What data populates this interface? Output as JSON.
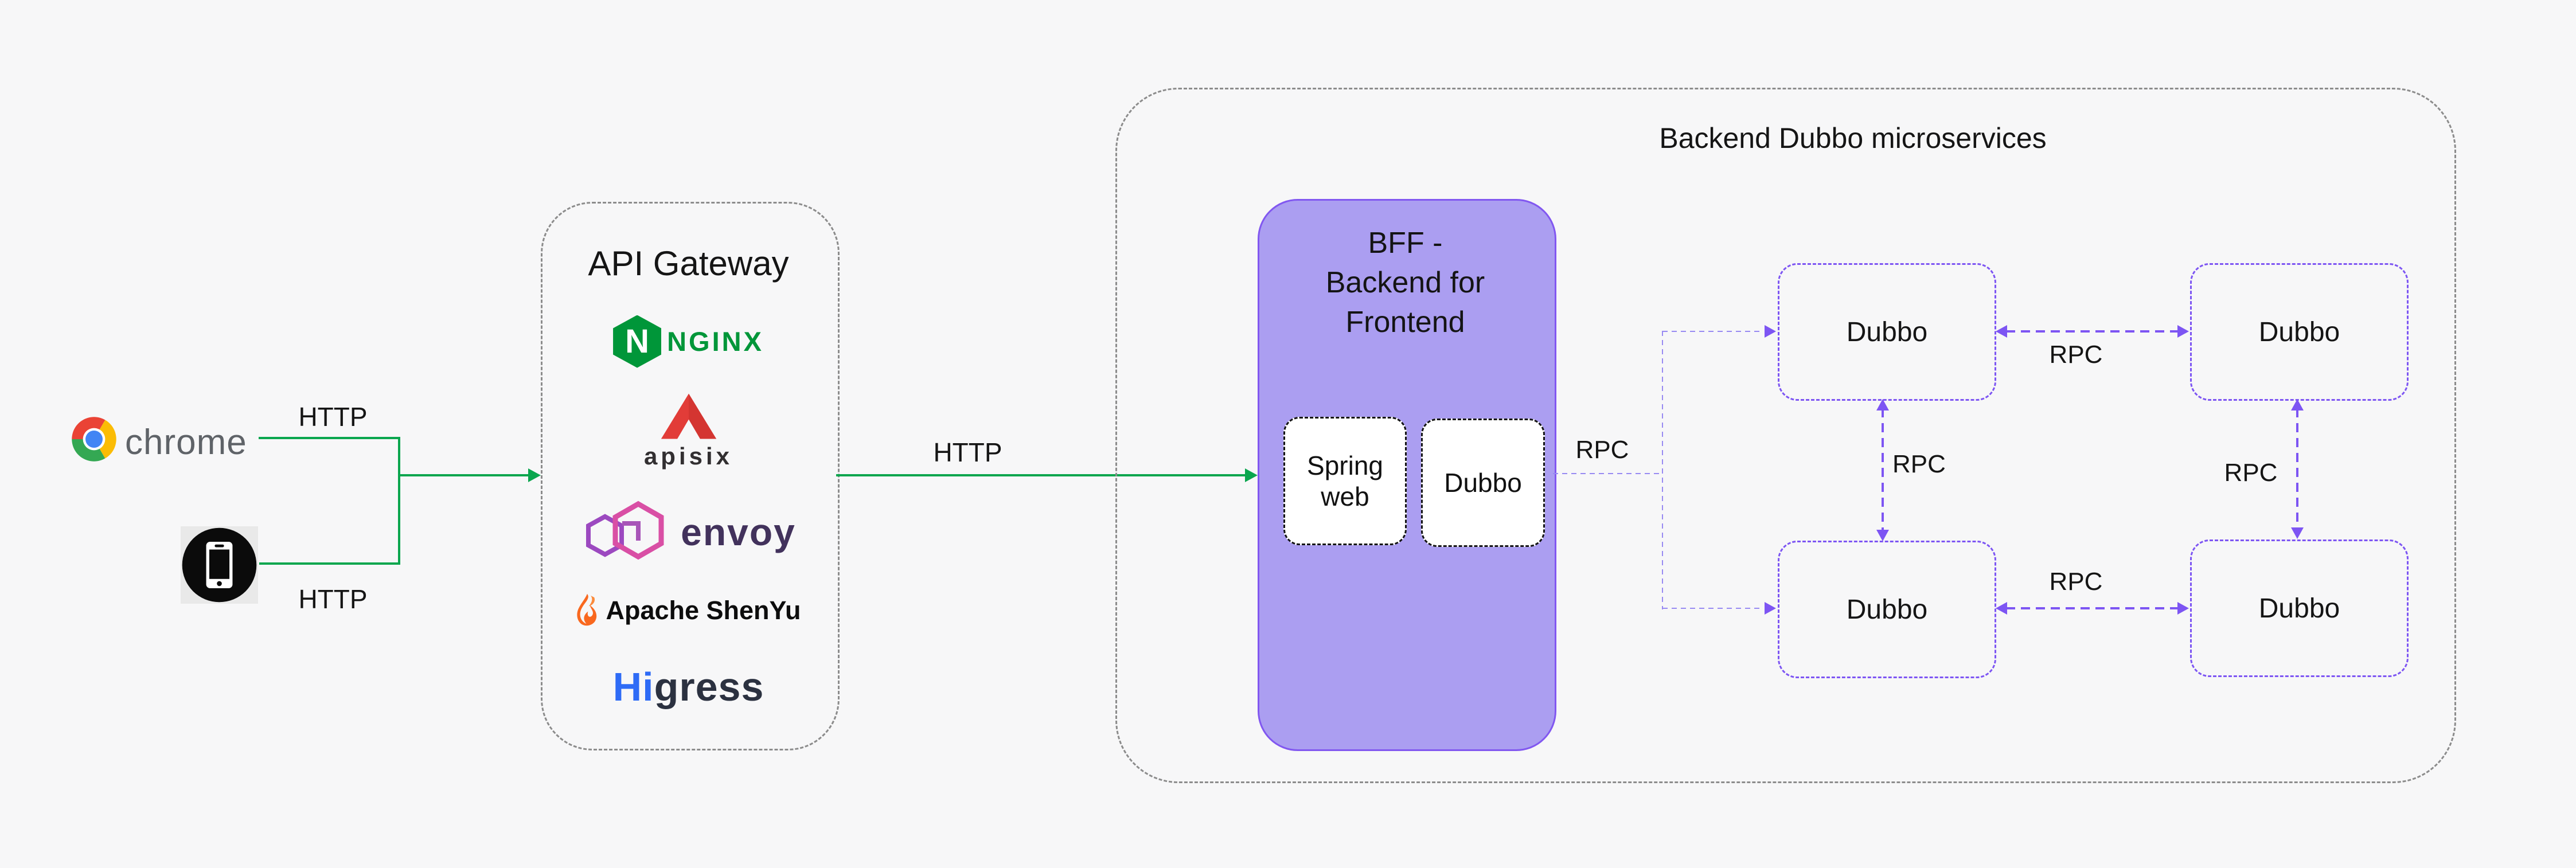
{
  "colors": {
    "background": "#f7f7f8",
    "green": "#0aa64e",
    "purple": "#7d55f3",
    "purple_light": "#988af2",
    "bff_fill": "#ab9ef1",
    "bff_border": "#8157f0",
    "gray_border": "#8c8c8c",
    "text_dark": "#1c1c1c",
    "chrome_text": "#5f6368",
    "nginx_green": "#009639",
    "apisix_red": "#e23c38",
    "apisix_text": "#322f31",
    "envoy_pink": "#d94fa5",
    "envoy_purple": "#9c49c0",
    "envoy_text": "#42325c",
    "shenyu_orange": "#f97316",
    "higress_blue": "#2e6bf6",
    "higress_dark": "#2b3140"
  },
  "clients": {
    "chrome_label": "chrome",
    "http_top_label": "HTTP",
    "http_bottom_label": "HTTP"
  },
  "gateway": {
    "title": "API Gateway",
    "logos": {
      "nginx": {
        "letter": "N",
        "text": "NGINX"
      },
      "apisix": {
        "text": "apisix"
      },
      "envoy": {
        "text": "envoy"
      },
      "shenyu": {
        "text": "Apache ShenYu"
      },
      "higress": {
        "text_blue": "Hi",
        "text_dark": "gress"
      }
    }
  },
  "http_mid_label": "HTTP",
  "backend": {
    "title": "Backend Dubbo microservices",
    "bff": {
      "title_lines": [
        "BFF -",
        "Backend for",
        "Frontend"
      ],
      "modules": [
        "Spring web",
        "Dubbo"
      ],
      "rpc_out_label": "RPC"
    },
    "services": [
      "Dubbo",
      "Dubbo",
      "Dubbo",
      "Dubbo"
    ],
    "rpc_labels": {
      "top": "RPC",
      "left": "RPC",
      "right": "RPC",
      "bottom": "RPC"
    }
  }
}
